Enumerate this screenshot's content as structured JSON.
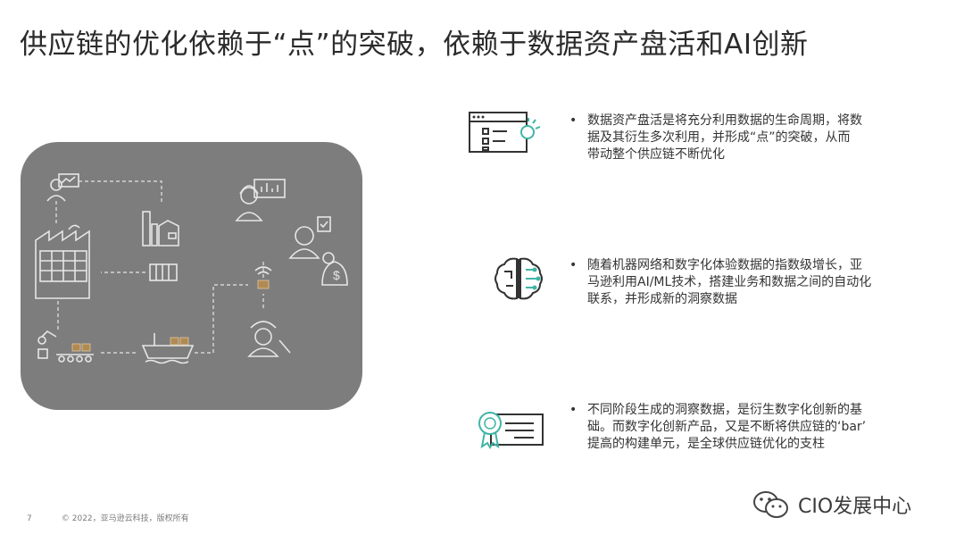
{
  "slide": {
    "title": "供应链的优化依赖于“点”的突破，依赖于数据资产盘活和AI创新",
    "page_number": "7",
    "copyright": "© 2022，亚马逊云科技，版权所有"
  },
  "items": [
    {
      "icon": "dashboard-settings-icon",
      "text_lines": [
        "数据资产盘活是将充分利用数据的生命周期，将数",
        "据及其衍生多次利用，并形成“点”的突破，从而",
        "带动整个供应链不断优化"
      ]
    },
    {
      "icon": "brain-network-icon",
      "text_lines": [
        "随着机器网络和数字化体验数据的指数级增长，亚",
        "马逊利用AI/ML技术，搭建业务和数据之间的自动化",
        "联系，并形成新的洞察数据"
      ]
    },
    {
      "icon": "certificate-icon",
      "text_lines": [
        "不同阶段生成的洞察数据，是衍生数字化创新的基",
        "础。而数字化创新产品，又是不断将供应链的‘bar’",
        "提高的构建单元，是全球供应链优化的支柱"
      ]
    }
  ],
  "watermark": {
    "text": "CIO发展中心",
    "icon": "wechat-logo-icon"
  },
  "colors": {
    "panel": "#7d7d7d",
    "accent_teal": "#3fb5a6",
    "box_brown": "#b08a52"
  }
}
